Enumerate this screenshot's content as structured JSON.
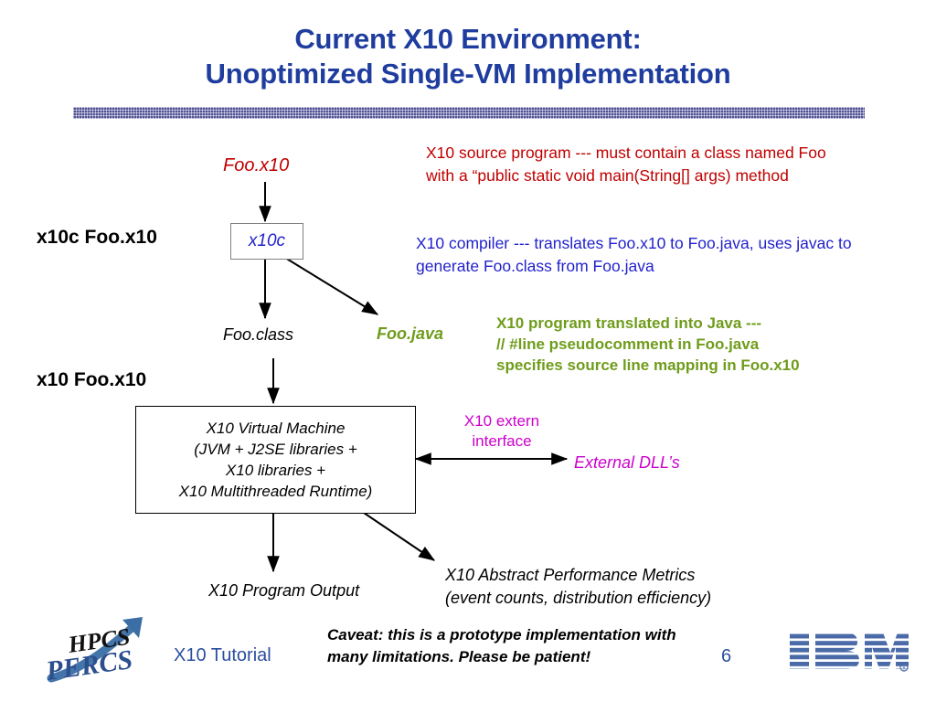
{
  "slide": {
    "title_line1": "Current X10 Environment:",
    "title_line2": "Unoptimized Single-VM Implementation",
    "title_color": "#1f3d9e",
    "rule_color": "#4f4f95"
  },
  "commands": {
    "compile": "x10c Foo.x10",
    "run": "x10 Foo.x10"
  },
  "flow": {
    "source_file": "Foo.x10",
    "compiler_box": "x10c",
    "class_file": "Foo.class",
    "java_file": "Foo.java",
    "vm_box": "X10 Virtual Machine\n(JVM + J2SE libraries +\nX10 libraries +\nX10 Multithreaded Runtime)",
    "program_output": "X10 Program Output",
    "metrics": "X10 Abstract Performance Metrics\n(event counts, distribution efficiency)",
    "extern_interface": "X10 extern\ninterface",
    "external_dlls": "External DLL’s"
  },
  "notes": {
    "source_note": "X10 source program --- must contain a class named Foo with a “public static void main(String[] args) method",
    "source_note_color": "#c00000",
    "compiler_note": "X10 compiler --- translates Foo.x10 to Foo.java, uses javac to generate Foo.class from Foo.java",
    "compiler_note_color": "#2222cc",
    "translated_note": "X10 program translated into Java ---\n// #line pseudocomment in Foo.java\nspecifies source line mapping in Foo.x10",
    "translated_note_color": "#6f9c1b"
  },
  "footer": {
    "tutorial": "X10 Tutorial",
    "caveat": "Caveat: this is a prototype implementation with many limitations.  Please be patient!",
    "page_number": "6",
    "logo_left_line1": "HPCS",
    "logo_left_line2": "PERCS",
    "logo_right": "IBM"
  }
}
